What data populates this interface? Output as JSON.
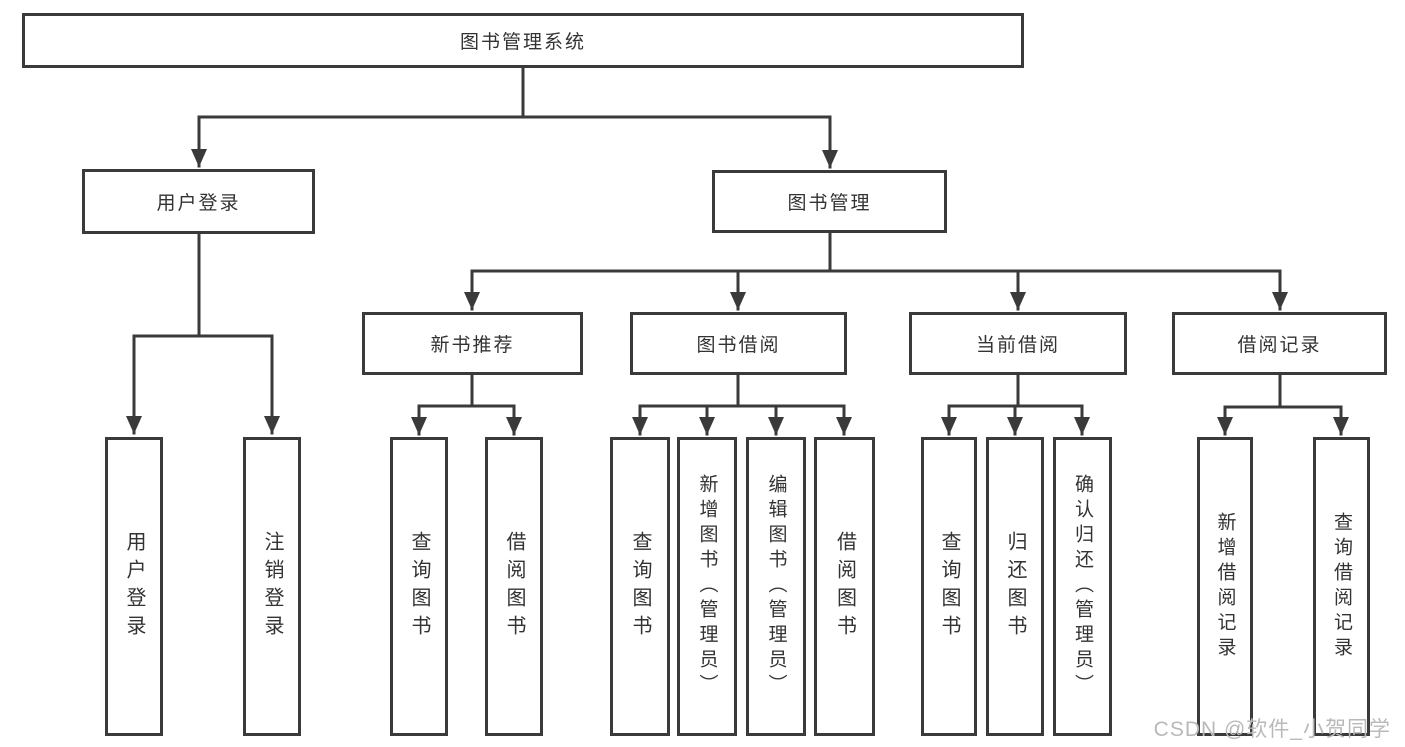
{
  "nodes": {
    "root": "图书管理系统",
    "level2": [
      "用户登录",
      "图书管理"
    ],
    "level3": [
      "新书推荐",
      "图书借阅",
      "当前借阅",
      "借阅记录"
    ],
    "leaves_login": [
      "用户登录",
      "注销登录"
    ],
    "leaves_recommend": [
      "查询图书",
      "借阅图书"
    ],
    "leaves_borrow": [
      "查询图书",
      "新增图书（管理员）",
      "编辑图书（管理员）",
      "借阅图书"
    ],
    "leaves_current": [
      "查询图书",
      "归还图书",
      "确认归还（管理员）"
    ],
    "leaves_record": [
      "新增借阅记录",
      "查询借阅记录"
    ]
  },
  "watermark": "CSDN @软件_小贺同学",
  "colors": {
    "line": "#3a3a3a",
    "text": "#333333",
    "watermark": "#b9b9b9",
    "background": "#ffffff"
  }
}
